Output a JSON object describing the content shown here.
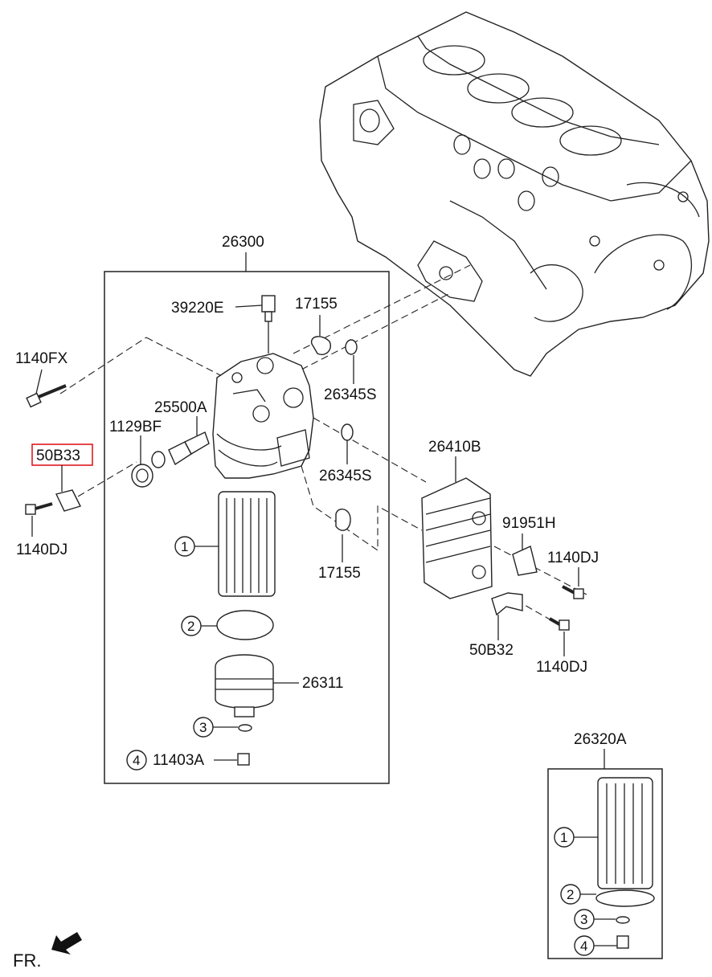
{
  "assembly_label": "26300",
  "parts": {
    "sensor": "39220E",
    "gasket_top": "17155",
    "gasket_bottom": "17155",
    "bolt_fx": "1140FX",
    "oring_1": "26345S",
    "oring_2": "26345S",
    "valve": "25500A",
    "plug": "1129BF",
    "bracket_highlight": "50B33",
    "bolt_left": "1140DJ",
    "cooler": "26410B",
    "bracket_right": "91951H",
    "bolt_right_1": "1140DJ",
    "bracket_bottom": "50B32",
    "bolt_right_2": "1140DJ",
    "cap": "26311",
    "drain_plug": "11403A",
    "kit": "26320A"
  },
  "callouts": [
    "1",
    "2",
    "3",
    "4"
  ],
  "front_label": "FR.",
  "highlight_color": "#e0191e"
}
